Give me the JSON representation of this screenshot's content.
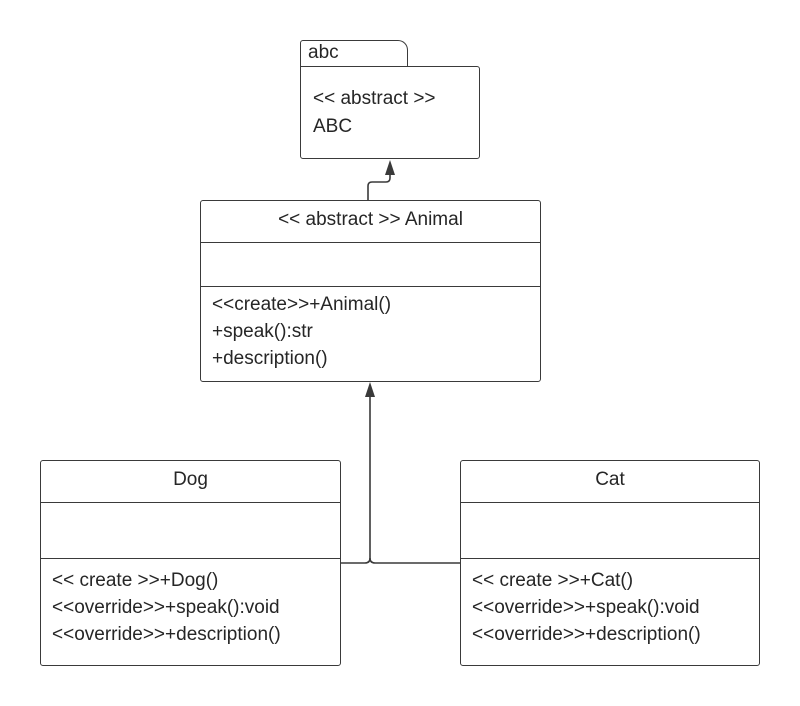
{
  "package": {
    "name": "abc",
    "stereotype": "<< abstract >>",
    "class_name": "ABC"
  },
  "classes": {
    "animal": {
      "title": "<< abstract >> Animal",
      "methods": [
        "<<create>>+Animal()",
        "+speak():str",
        "+description()"
      ]
    },
    "dog": {
      "title": "Dog",
      "methods": [
        "<< create >>+Dog()",
        "<<override>>+speak():void",
        "<<override>>+description()"
      ]
    },
    "cat": {
      "title": "Cat",
      "methods": [
        "<< create >>+Cat()",
        "<<override>>+speak():void",
        "<<override>>+description()"
      ]
    }
  },
  "relations": [
    {
      "from": "animal",
      "to": "abc.ABC",
      "kind": "generalization"
    },
    {
      "from": "dog",
      "to": "animal",
      "kind": "generalization"
    },
    {
      "from": "cat",
      "to": "animal",
      "kind": "generalization"
    }
  ],
  "colors": {
    "stroke": "#3a3a3a",
    "text": "#262626",
    "background": "#ffffff"
  }
}
